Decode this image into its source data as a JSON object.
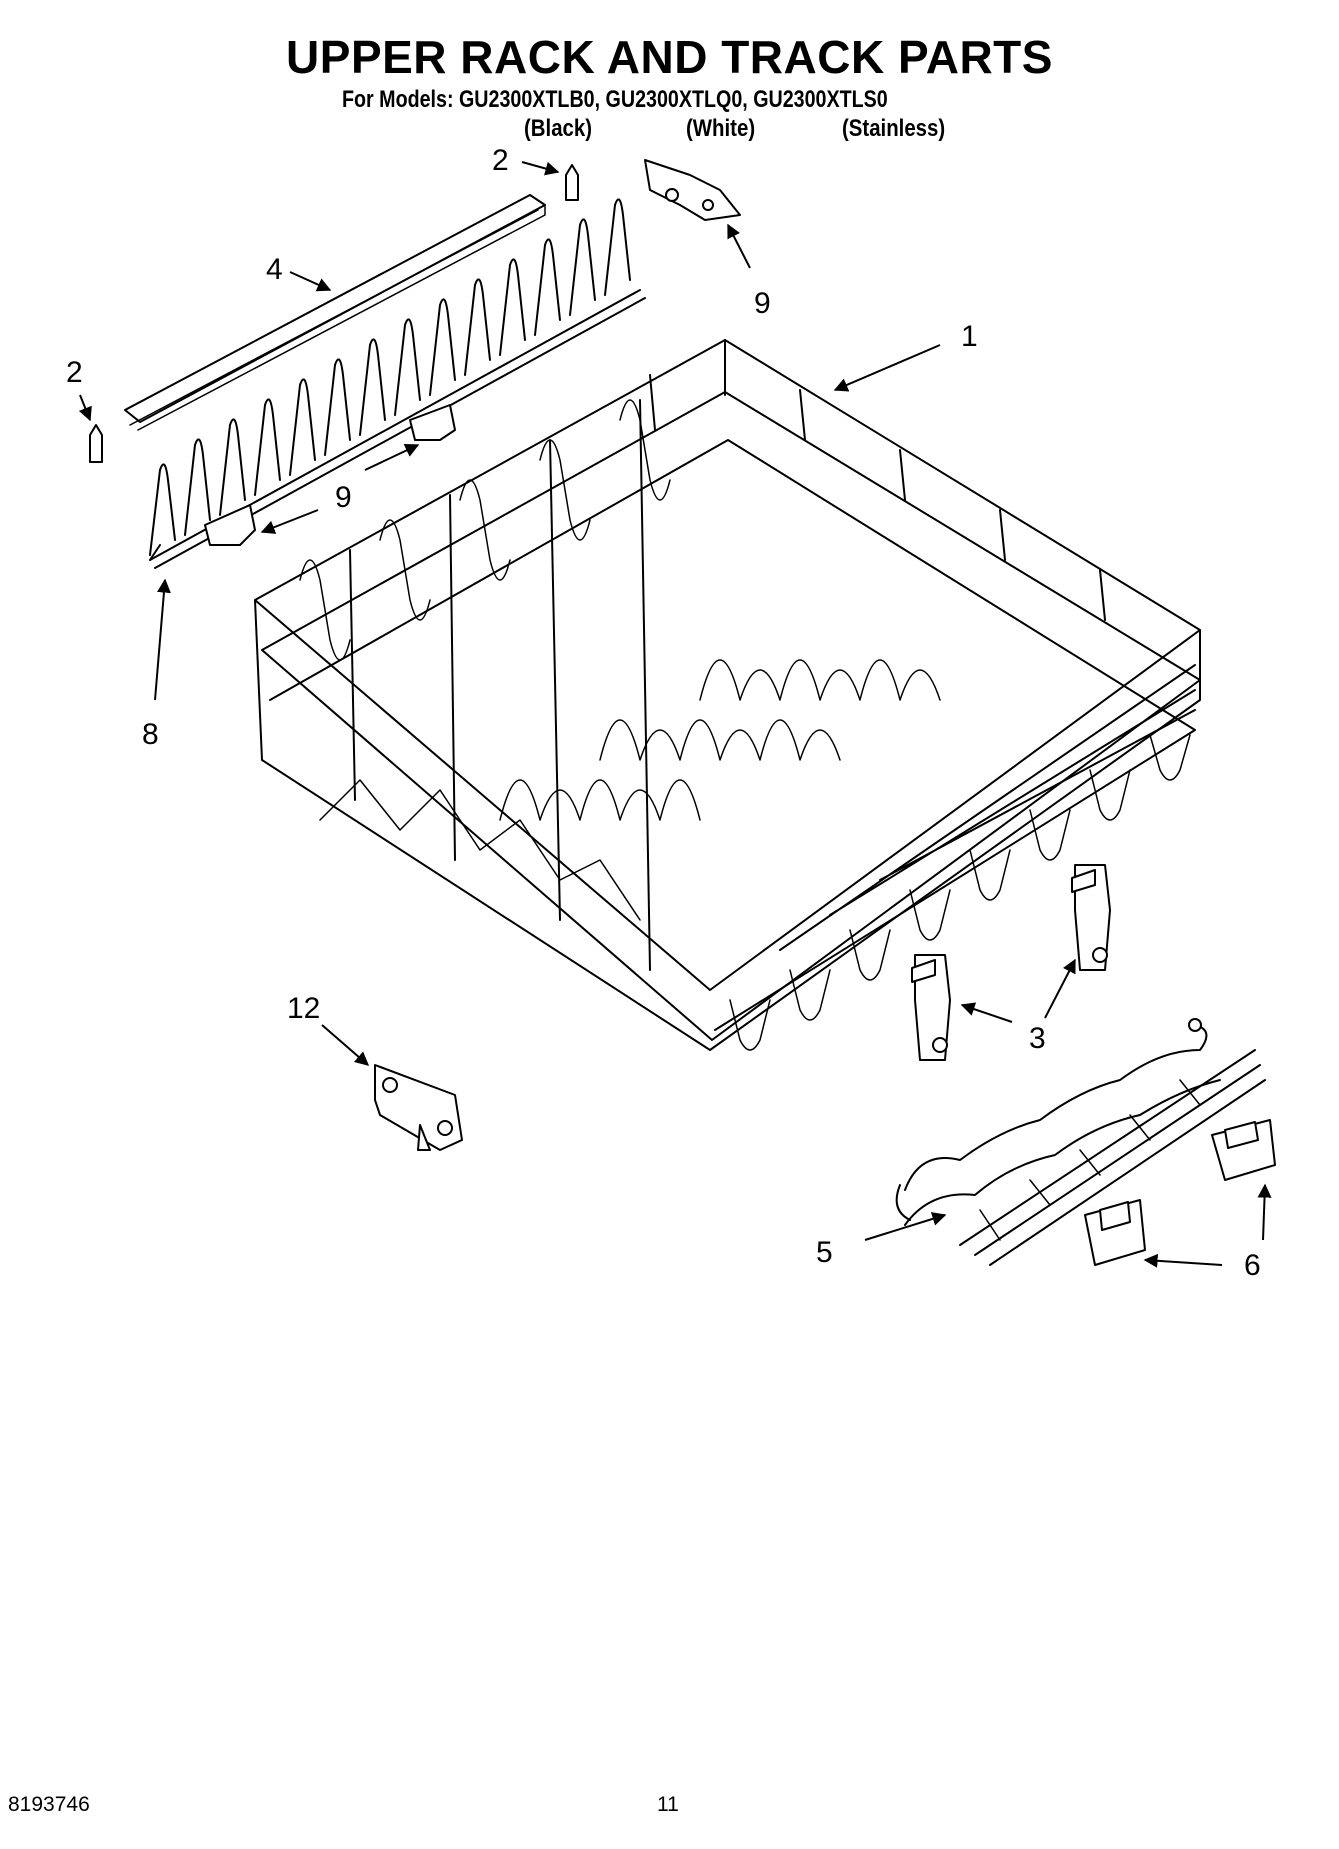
{
  "title": "UPPER RACK AND TRACK PARTS",
  "models_line": "For Models: GU2300XTLB0, GU2300XTLQ0, GU2300XTLS0",
  "variants": [
    "(Black)",
    "(White)",
    "(Stainless)"
  ],
  "callouts": {
    "c1": "1",
    "c2a": "2",
    "c2b": "2",
    "c3": "3",
    "c4": "4",
    "c5": "5",
    "c6": "6",
    "c8": "8",
    "c9a": "9",
    "c9b": "9",
    "c12": "12"
  },
  "footer": {
    "doc_number": "8193746",
    "page_number": "11"
  }
}
